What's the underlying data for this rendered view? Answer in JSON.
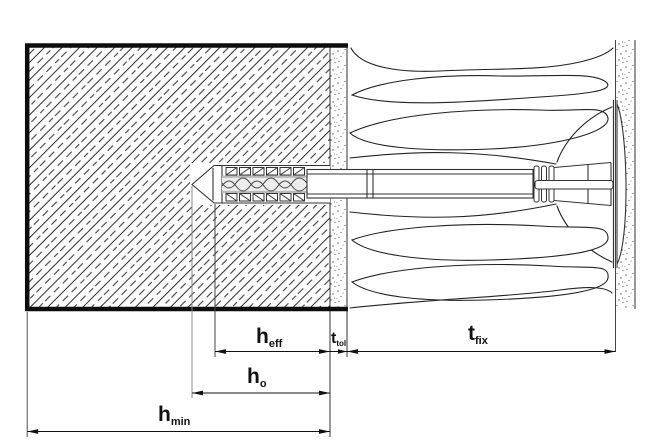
{
  "figure": {
    "background": "#ffffff",
    "line_color": "#1a1a1a",
    "hatch_color": "#2a2a2a",
    "stipple_color": "#555555"
  },
  "dimensions": {
    "h_eff": {
      "main": "h",
      "sub": "eff"
    },
    "t_tol": {
      "main": "t",
      "sub": "tol"
    },
    "t_fix": {
      "main": "t",
      "sub": "fix"
    },
    "h_o": {
      "main": "h",
      "sub": "o"
    },
    "h_min": {
      "main": "h",
      "sub": "min"
    }
  }
}
